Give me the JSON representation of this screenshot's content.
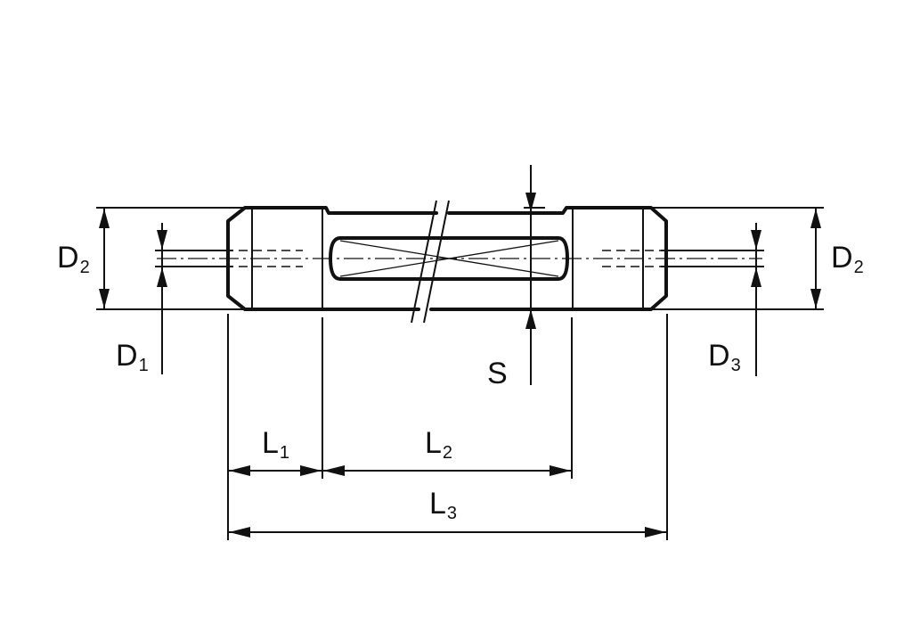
{
  "labels": {
    "d2_left": {
      "main": "D",
      "sub": "2"
    },
    "d2_right": {
      "main": "D",
      "sub": "2"
    },
    "d1": {
      "main": "D",
      "sub": "1"
    },
    "d3": {
      "main": "D",
      "sub": "3"
    },
    "s": {
      "main": "S"
    },
    "l1": {
      "main": "L",
      "sub": "1"
    },
    "l2": {
      "main": "L",
      "sub": "2"
    },
    "l3": {
      "main": "L",
      "sub": "3"
    }
  }
}
